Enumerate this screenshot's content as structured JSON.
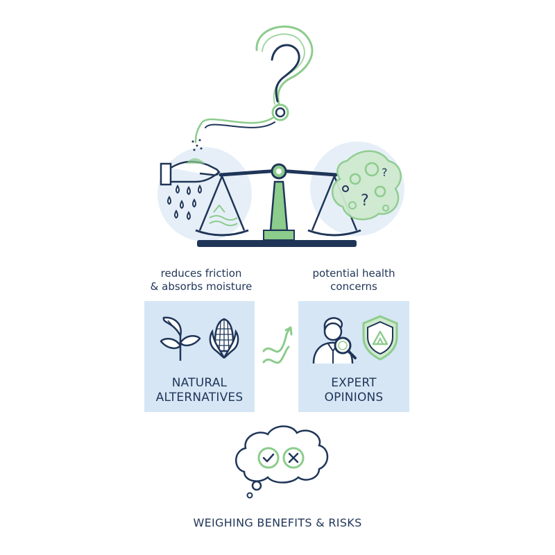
{
  "colors": {
    "navy": "#1f3558",
    "green": "#8ccc8c",
    "panel_blue": "#d6e6f5",
    "circle_blue": "#e6eff8"
  },
  "benefit_caption": {
    "line1": "reduces friction",
    "line2": "& absorbs moisture"
  },
  "risk_caption": {
    "line1": "potential health",
    "line2": "concerns"
  },
  "left_panel": {
    "line1": "NATURAL",
    "line2": "ALTERNATIVES",
    "icons": [
      "leaf-sprout-icon",
      "corn-icon"
    ]
  },
  "right_panel": {
    "line1": "EXPERT",
    "line2": "OPINIONS",
    "icons": [
      "expert-person-icon",
      "magnifier-icon",
      "shield-icon"
    ]
  },
  "thought_icons": [
    "check-icon",
    "cross-icon"
  ],
  "footer": {
    "title": "WEIGHING BENEFITS & RISKS"
  }
}
